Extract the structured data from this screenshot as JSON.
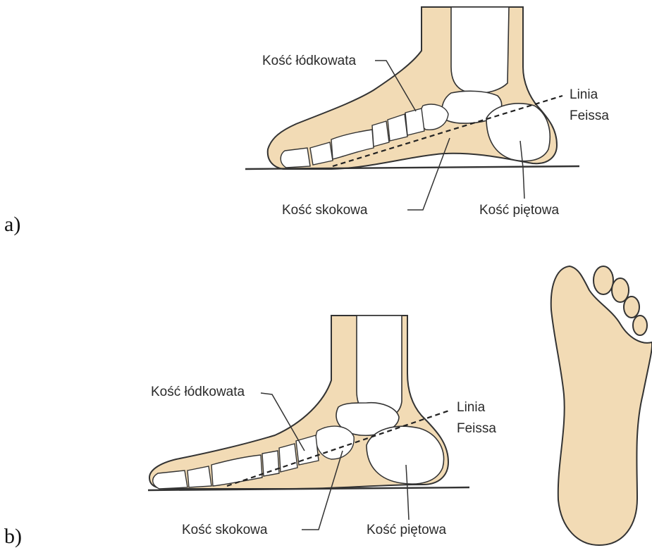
{
  "figure_a": {
    "panel_label": "a)",
    "labels": {
      "navicular": "Kość łódkowata",
      "feiss_line_1": "Linia",
      "feiss_line_2": "Feissa",
      "talus": "Kość skokowa",
      "calcaneus": "Kość piętowa"
    }
  },
  "figure_b": {
    "panel_label": "b)",
    "labels": {
      "navicular": "Kość łódkowata",
      "feiss_line_1": "Linia",
      "feiss_line_2": "Feissa",
      "talus": "Kość skokowa",
      "calcaneus": "Kość piętowa"
    }
  },
  "colors": {
    "skin": "#f2dbb5",
    "outline": "#333333",
    "bone": "#ffffff"
  }
}
